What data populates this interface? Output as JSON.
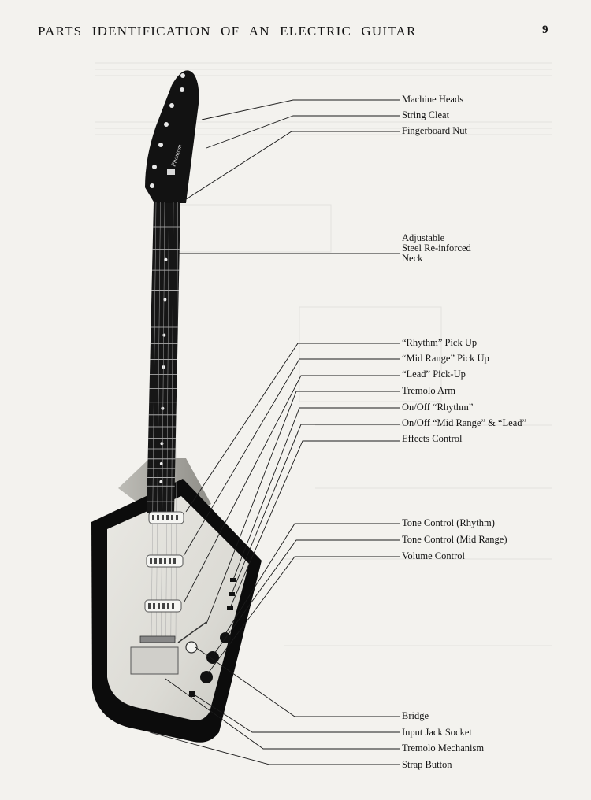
{
  "header": {
    "title": "PARTS IDENTIFICATION OF AN ELECTRIC GUITAR",
    "page_number": "9"
  },
  "headstock": {
    "brand": "Phantom"
  },
  "labels": [
    {
      "id": "machine-heads",
      "lines": [
        "Machine Heads"
      ]
    },
    {
      "id": "string-cleat",
      "lines": [
        "String Cleat"
      ]
    },
    {
      "id": "fingerboard-nut",
      "lines": [
        "Fingerboard Nut"
      ]
    },
    {
      "id": "neck",
      "lines": [
        "Adjustable",
        "Steel Re-inforced",
        "Neck"
      ]
    },
    {
      "id": "rhythm-pickup",
      "lines": [
        "“Rhythm” Pick Up"
      ]
    },
    {
      "id": "mid-range-pickup",
      "lines": [
        "“Mid Range” Pick Up"
      ]
    },
    {
      "id": "lead-pickup",
      "lines": [
        "“Lead” Pick-Up"
      ]
    },
    {
      "id": "tremolo-arm",
      "lines": [
        "Tremolo Arm"
      ]
    },
    {
      "id": "onoff-rhythm",
      "lines": [
        "On/Off “Rhythm”"
      ]
    },
    {
      "id": "onoff-mid-lead",
      "lines": [
        "On/Off “Mid Range” & “Lead”"
      ]
    },
    {
      "id": "effects-control",
      "lines": [
        "Effects Control"
      ]
    },
    {
      "id": "tone-rhythm",
      "lines": [
        "Tone Control (Rhythm)"
      ]
    },
    {
      "id": "tone-mid",
      "lines": [
        "Tone Control (Mid Range)"
      ]
    },
    {
      "id": "volume-control",
      "lines": [
        "Volume Control"
      ]
    },
    {
      "id": "bridge",
      "lines": [
        "Bridge"
      ]
    },
    {
      "id": "input-jack",
      "lines": [
        "Input Jack Socket"
      ]
    },
    {
      "id": "tremolo-mechanism",
      "lines": [
        "Tremolo Mechanism"
      ]
    },
    {
      "id": "strap-button",
      "lines": [
        "Strap Button"
      ]
    }
  ]
}
